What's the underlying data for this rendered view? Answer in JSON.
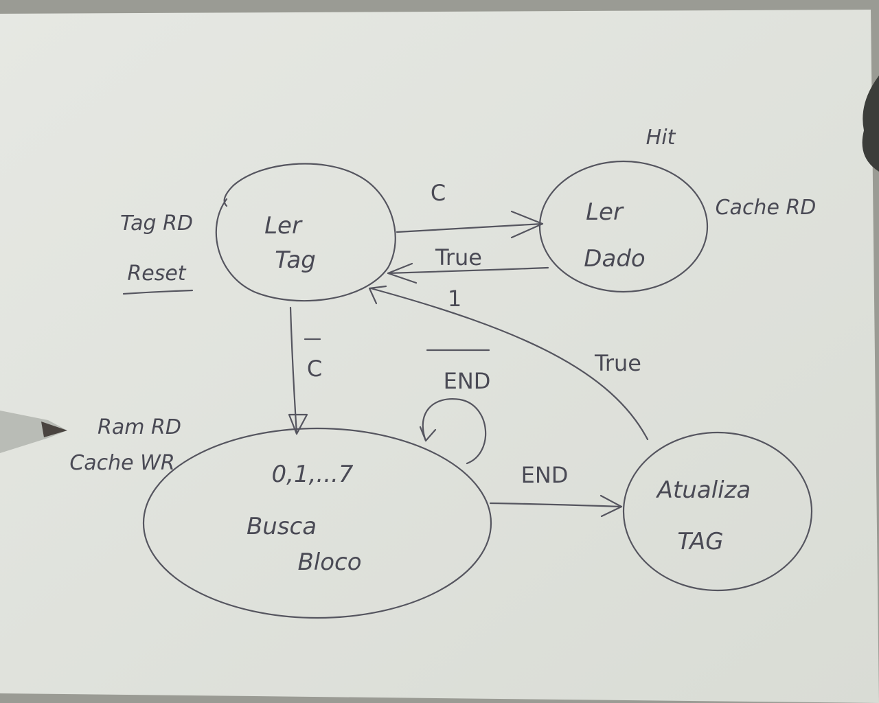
{
  "colors": {
    "paper": "#e4e6e1",
    "ink": "#55555f",
    "text": "#4a4a55",
    "background": "#9a9b94"
  },
  "states": {
    "ler_tag": {
      "line1": "Ler",
      "line2": "Tag"
    },
    "ler_dado": {
      "line1": "Ler",
      "line2": "Dado"
    },
    "busca_bloco": {
      "counter": "0,1,...7",
      "line1": "Busca",
      "line2": "Bloco"
    },
    "atualiza_tag": {
      "line1": "Atualiza",
      "line2": "TAG"
    }
  },
  "notes": {
    "tag_rd": "Tag RD",
    "reset": "Reset",
    "hit": "Hit",
    "cache_rd": "Cache RD",
    "ram_rd": "Ram RD",
    "cache_wr": "Cache WR"
  },
  "transitions": {
    "tag_to_dado": "C",
    "dado_to_tag_true": "True",
    "dado_to_tag_1": "1",
    "tag_to_busca": "C",
    "busca_self": "END",
    "busca_to_atualiza": "END",
    "atualiza_to_tag": "True"
  }
}
